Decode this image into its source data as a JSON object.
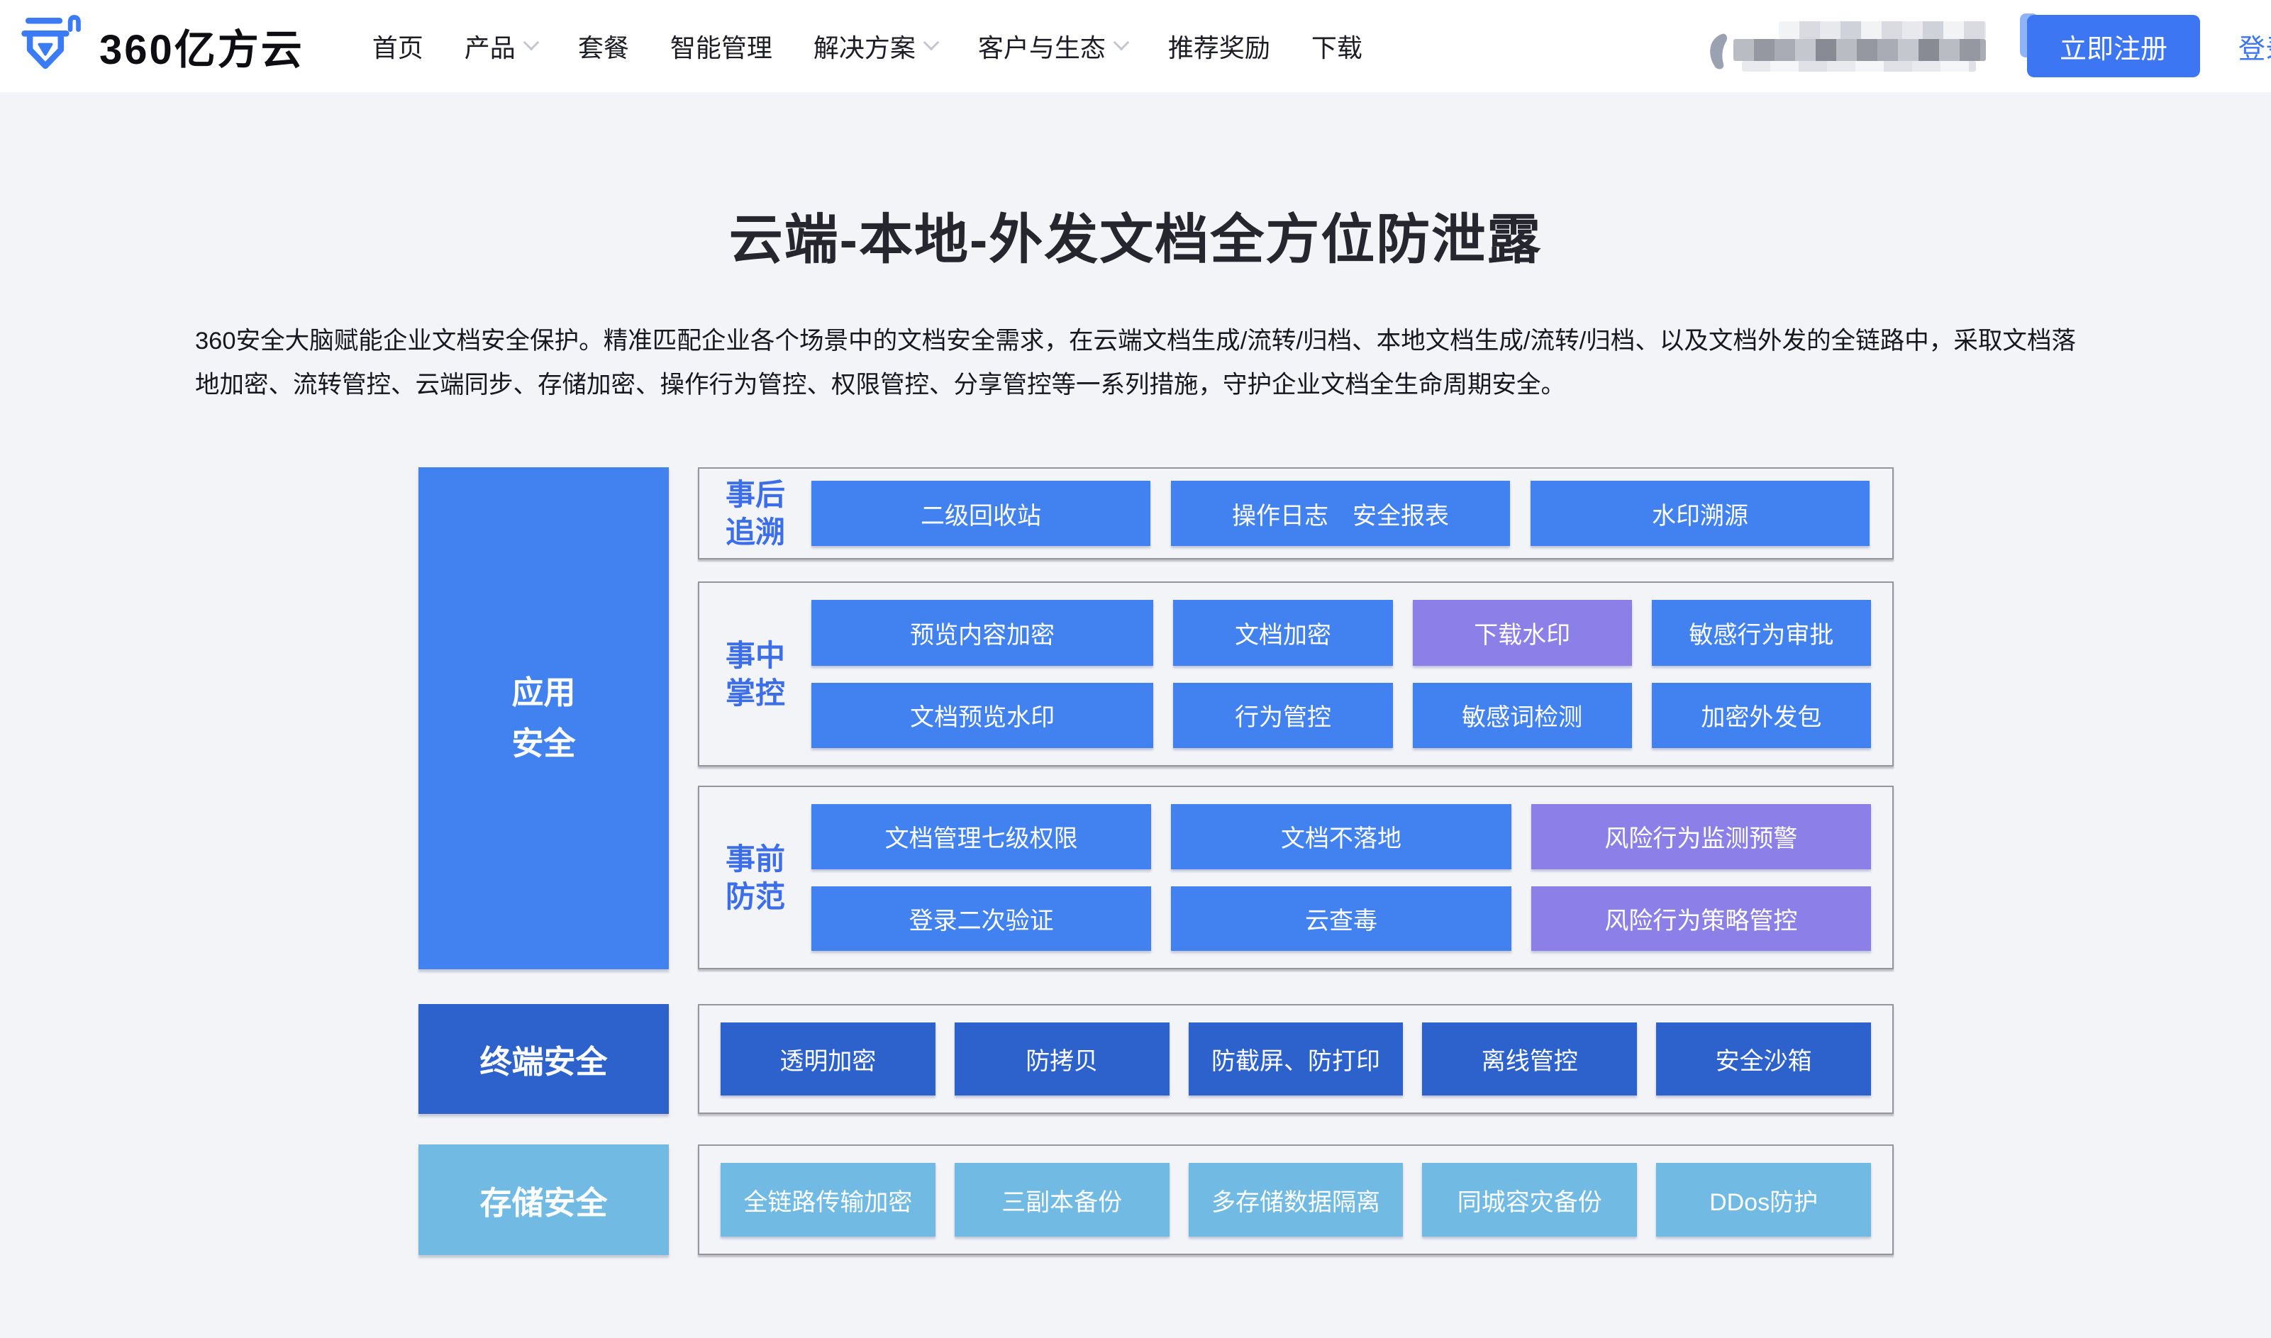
{
  "colors": {
    "primary_blue": "#4282f0",
    "dark_blue": "#2d62cd",
    "light_blue": "#70bae4",
    "purple": "#8c80e8",
    "accent_blue": "#3d76f2",
    "stage_label_blue": "#3c6eea"
  },
  "nav": {
    "logo_text": "360亿方云",
    "items": [
      {
        "label": "首页"
      },
      {
        "label": "产品",
        "has_dropdown": true
      },
      {
        "label": "套餐"
      },
      {
        "label": "智能管理"
      },
      {
        "label": "解决方案",
        "has_dropdown": true
      },
      {
        "label": "客户与生态",
        "has_dropdown": true
      },
      {
        "label": "推荐奖励"
      },
      {
        "label": "下载"
      }
    ],
    "register_label": "立即注册",
    "login_label": "登录"
  },
  "hero": {
    "title": "云端-本地-外发文档全方位防泄露",
    "description": "360安全大脑赋能企业文档安全保护。精准匹配企业各个场景中的文档安全需求，在云端文档生成/流转/归档、本地文档生成/流转/归档、以及文档外发的全链路中，采取文档落地加密、流转管控、云端同步、存储加密、操作行为管控、权限管控、分享管控等一系列措施，守护企业文档全生命周期安全。"
  },
  "matrix": {
    "categories": [
      {
        "label": "应用安全",
        "label_lines": [
          "应用",
          "安全"
        ]
      },
      {
        "label": "终端安全"
      },
      {
        "label": "存储安全"
      }
    ],
    "stages": [
      {
        "label": "事后追溯",
        "label_lines": [
          "事后",
          "追溯"
        ],
        "rows": [
          [
            "二级回收站",
            "操作日志　安全报表",
            "水印溯源"
          ]
        ]
      },
      {
        "label": "事中掌控",
        "label_lines": [
          "事中",
          "掌控"
        ],
        "rows": [
          [
            "预览内容加密",
            "文档加密",
            "下载水印",
            "敏感行为审批"
          ],
          [
            "文档预览水印",
            "行为管控",
            "敏感词检测",
            "加密外发包"
          ]
        ]
      },
      {
        "label": "事前防范",
        "label_lines": [
          "事前",
          "防范"
        ],
        "rows": [
          [
            "文档管理七级权限",
            "文档不落地",
            "风险行为监测预警"
          ],
          [
            "登录二次验证",
            "云查毒",
            "风险行为策略管控"
          ]
        ]
      },
      {
        "rows": [
          [
            "透明加密",
            "防拷贝",
            "防截屏、防打印",
            "离线管控",
            "安全沙箱"
          ]
        ]
      },
      {
        "rows": [
          [
            "全链路传输加密",
            "三副本备份",
            "多存储数据隔离",
            "同城容灾备份",
            "DDos防护"
          ]
        ]
      }
    ],
    "highlighted": [
      "下载水印",
      "风险行为监测预警",
      "风险行为策略管控"
    ]
  }
}
